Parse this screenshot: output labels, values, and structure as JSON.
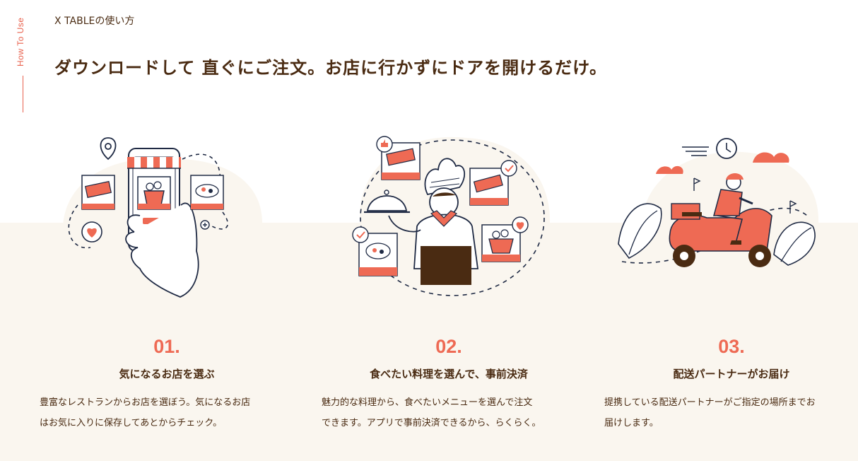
{
  "side": {
    "label": "How To Use"
  },
  "section": {
    "label": "X TABLEの使い方",
    "headline": "ダウンロードして 直ぐにご注文。お店に行かずにドアを開けるだけ。"
  },
  "colors": {
    "accent": "#ee6a54",
    "text_brown": "#4a2b12",
    "band_beige": "#faf6ef",
    "navy_line": "#1f2a44"
  },
  "steps": [
    {
      "number": "01.",
      "title": "気になるお店を選ぶ",
      "desc_lines": [
        "豊富なレストランからお店を選ぼう。気になるお店",
        "はお気に入りに保存してあとからチェック。"
      ],
      "illustration": "phone-shop-icon"
    },
    {
      "number": "02.",
      "title": "食べたい料理を選んで、事前決済",
      "desc_lines": [
        "魅力的な料理から、食べたいメニューを選んで注文",
        "できます。アプリで事前決済できるから、らくらく。"
      ],
      "illustration": "chef-icon"
    },
    {
      "number": "03.",
      "title": "配送パートナーがお届け",
      "desc_lines": [
        "提携している配送パートナーがご指定の場所までお",
        "届けします。"
      ],
      "illustration": "scooter-delivery-icon"
    }
  ]
}
